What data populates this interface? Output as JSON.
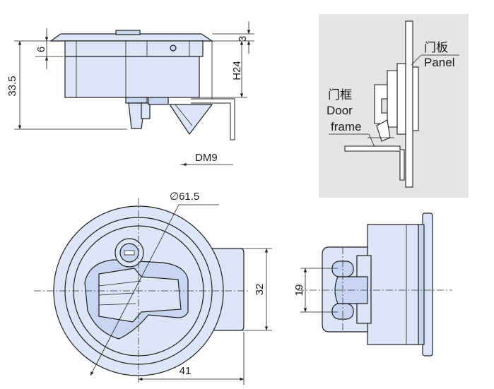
{
  "top_view": {
    "dim_height_total": "33.5",
    "dim_six": "6",
    "dim_three": "3",
    "dim_h24": "H24",
    "dim_dm9": "DM9"
  },
  "front_view": {
    "dim_diameter": "∅61.5",
    "dim_thirtytwo": "32",
    "dim_fortyone": "41"
  },
  "side_view": {
    "dim_nineteen": "19"
  },
  "inset": {
    "panel_cn": "门板",
    "panel_en": "Panel",
    "door_frame_cn": "门框",
    "door_frame_en_1": "Door",
    "door_frame_en_2": "frame"
  },
  "colors": {
    "part_fill": "#dde6f7",
    "inset_bg": "#e5e5e5"
  }
}
